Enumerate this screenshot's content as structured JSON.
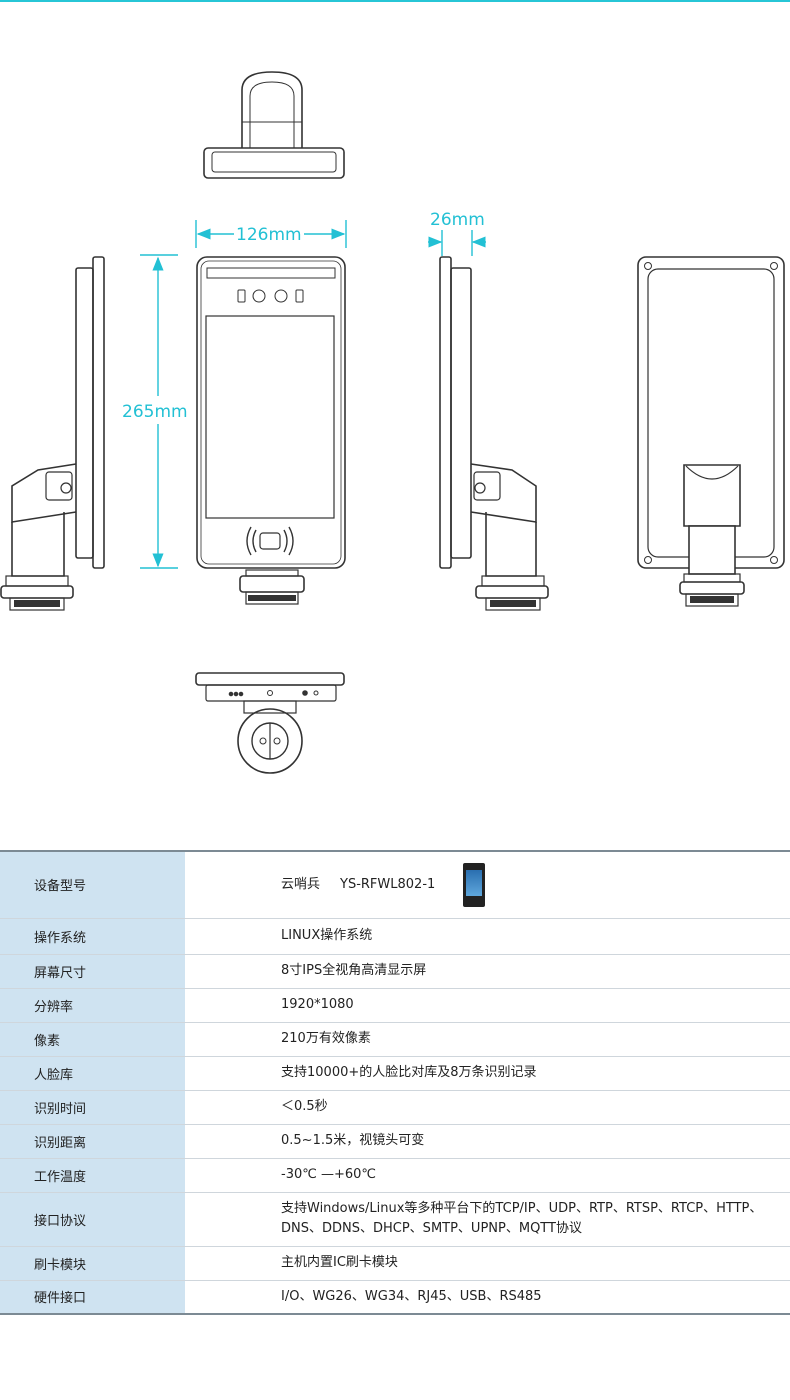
{
  "dimensions": {
    "width_label": "126mm",
    "height_label": "265mm",
    "depth_label": "26mm"
  },
  "colors": {
    "dimension": "#22c0d4",
    "key_column": "#cfe3f1",
    "line": "#333333"
  },
  "specs": {
    "model": {
      "label": "设备型号",
      "brand": "云哨兵",
      "code": "YS-RFWL802-1"
    },
    "rows": [
      {
        "label": "操作系统",
        "value": "LINUX操作系统"
      },
      {
        "label": "屏幕尺寸",
        "value": "8寸IPS全视角高清显示屏"
      },
      {
        "label": "分辨率",
        "value": "1920*1080"
      },
      {
        "label": "像素",
        "value": "210万有效像素"
      },
      {
        "label": "人脸库",
        "value": "支持10000+的人脸比对库及8万条识别记录"
      },
      {
        "label": "识别时间",
        "value": "＜0.5秒"
      },
      {
        "label": "识别距离",
        "value": "0.5~1.5米，视镜头可变"
      },
      {
        "label": "工作温度",
        "value": "-30℃ —+60℃"
      },
      {
        "label": "接口协议",
        "value": "支持Windows/Linux等多种平台下的TCP/IP、UDP、RTP、RTSP、RTCP、HTTP、DNS、DDNS、DHCP、SMTP、UPNP、MQTT协议"
      },
      {
        "label": "刷卡模块",
        "value": "主机内置IC刷卡模块"
      },
      {
        "label": "硬件接口",
        "value": "I/O、WG26、WG34、RJ45、USB、RS485"
      }
    ]
  }
}
